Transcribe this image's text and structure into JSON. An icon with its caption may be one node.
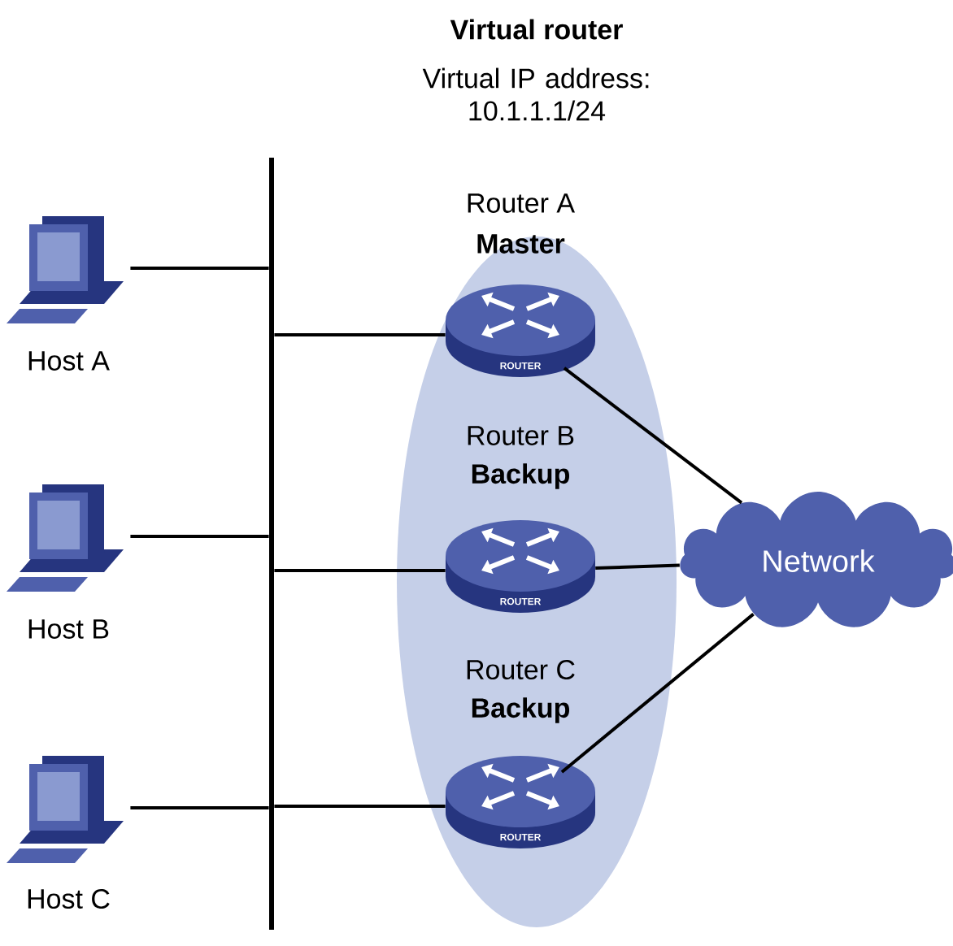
{
  "diagram": {
    "title": "Virtual router",
    "labels": [
      "Virtual IP address: 10.1.1.1/24"
    ],
    "nodes": [
      {
        "text": [],
        "shape": "ellipse"
      },
      {
        "text": [],
        "shape": "bar"
      },
      {
        "text": [
          "Host A"
        ]
      },
      {
        "text": [
          "Host B"
        ]
      },
      {
        "text": [
          "Host C"
        ]
      },
      {
        "text": [
          "Router A",
          "Master",
          "ROUTER"
        ],
        "in": 0
      },
      {
        "text": [
          "Router B",
          "Backup",
          "ROUTER"
        ],
        "in": 0
      },
      {
        "text": [
          "Router C",
          "Backup",
          "ROUTER"
        ],
        "in": 0
      },
      {
        "text": [
          "Network"
        ]
      }
    ],
    "edges": [
      {
        "from": 2,
        "to": 1,
        "arrow": "none"
      },
      {
        "from": 3,
        "to": 1,
        "arrow": "none"
      },
      {
        "from": 4,
        "to": 1,
        "arrow": "none"
      },
      {
        "from": 1,
        "to": 5,
        "arrow": "none"
      },
      {
        "from": 1,
        "to": 6,
        "arrow": "none"
      },
      {
        "from": 1,
        "to": 7,
        "arrow": "none"
      },
      {
        "from": 5,
        "to": 8,
        "arrow": "none"
      },
      {
        "from": 6,
        "to": 8,
        "arrow": "none"
      },
      {
        "from": 7,
        "to": 8,
        "arrow": "none"
      }
    ]
  }
}
